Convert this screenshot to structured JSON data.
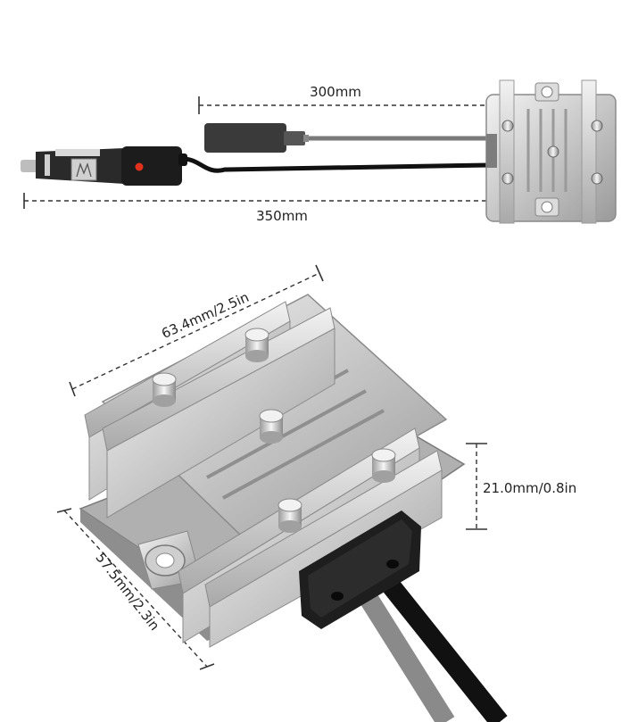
{
  "dimensions": {
    "cable_300": "300mm",
    "cable_350": "350mm",
    "length": "63.4mm/2.5in",
    "width": "57.5mm/2.3in",
    "height": "21.0mm/0.8in"
  },
  "colors": {
    "aluminum_light": "#e6e6e6",
    "aluminum_mid": "#bdbdbd",
    "aluminum_dark": "#8f8f8f",
    "cable_black": "#111111",
    "cable_gray": "#7a7a7a",
    "indicator_red": "#e0301e"
  }
}
